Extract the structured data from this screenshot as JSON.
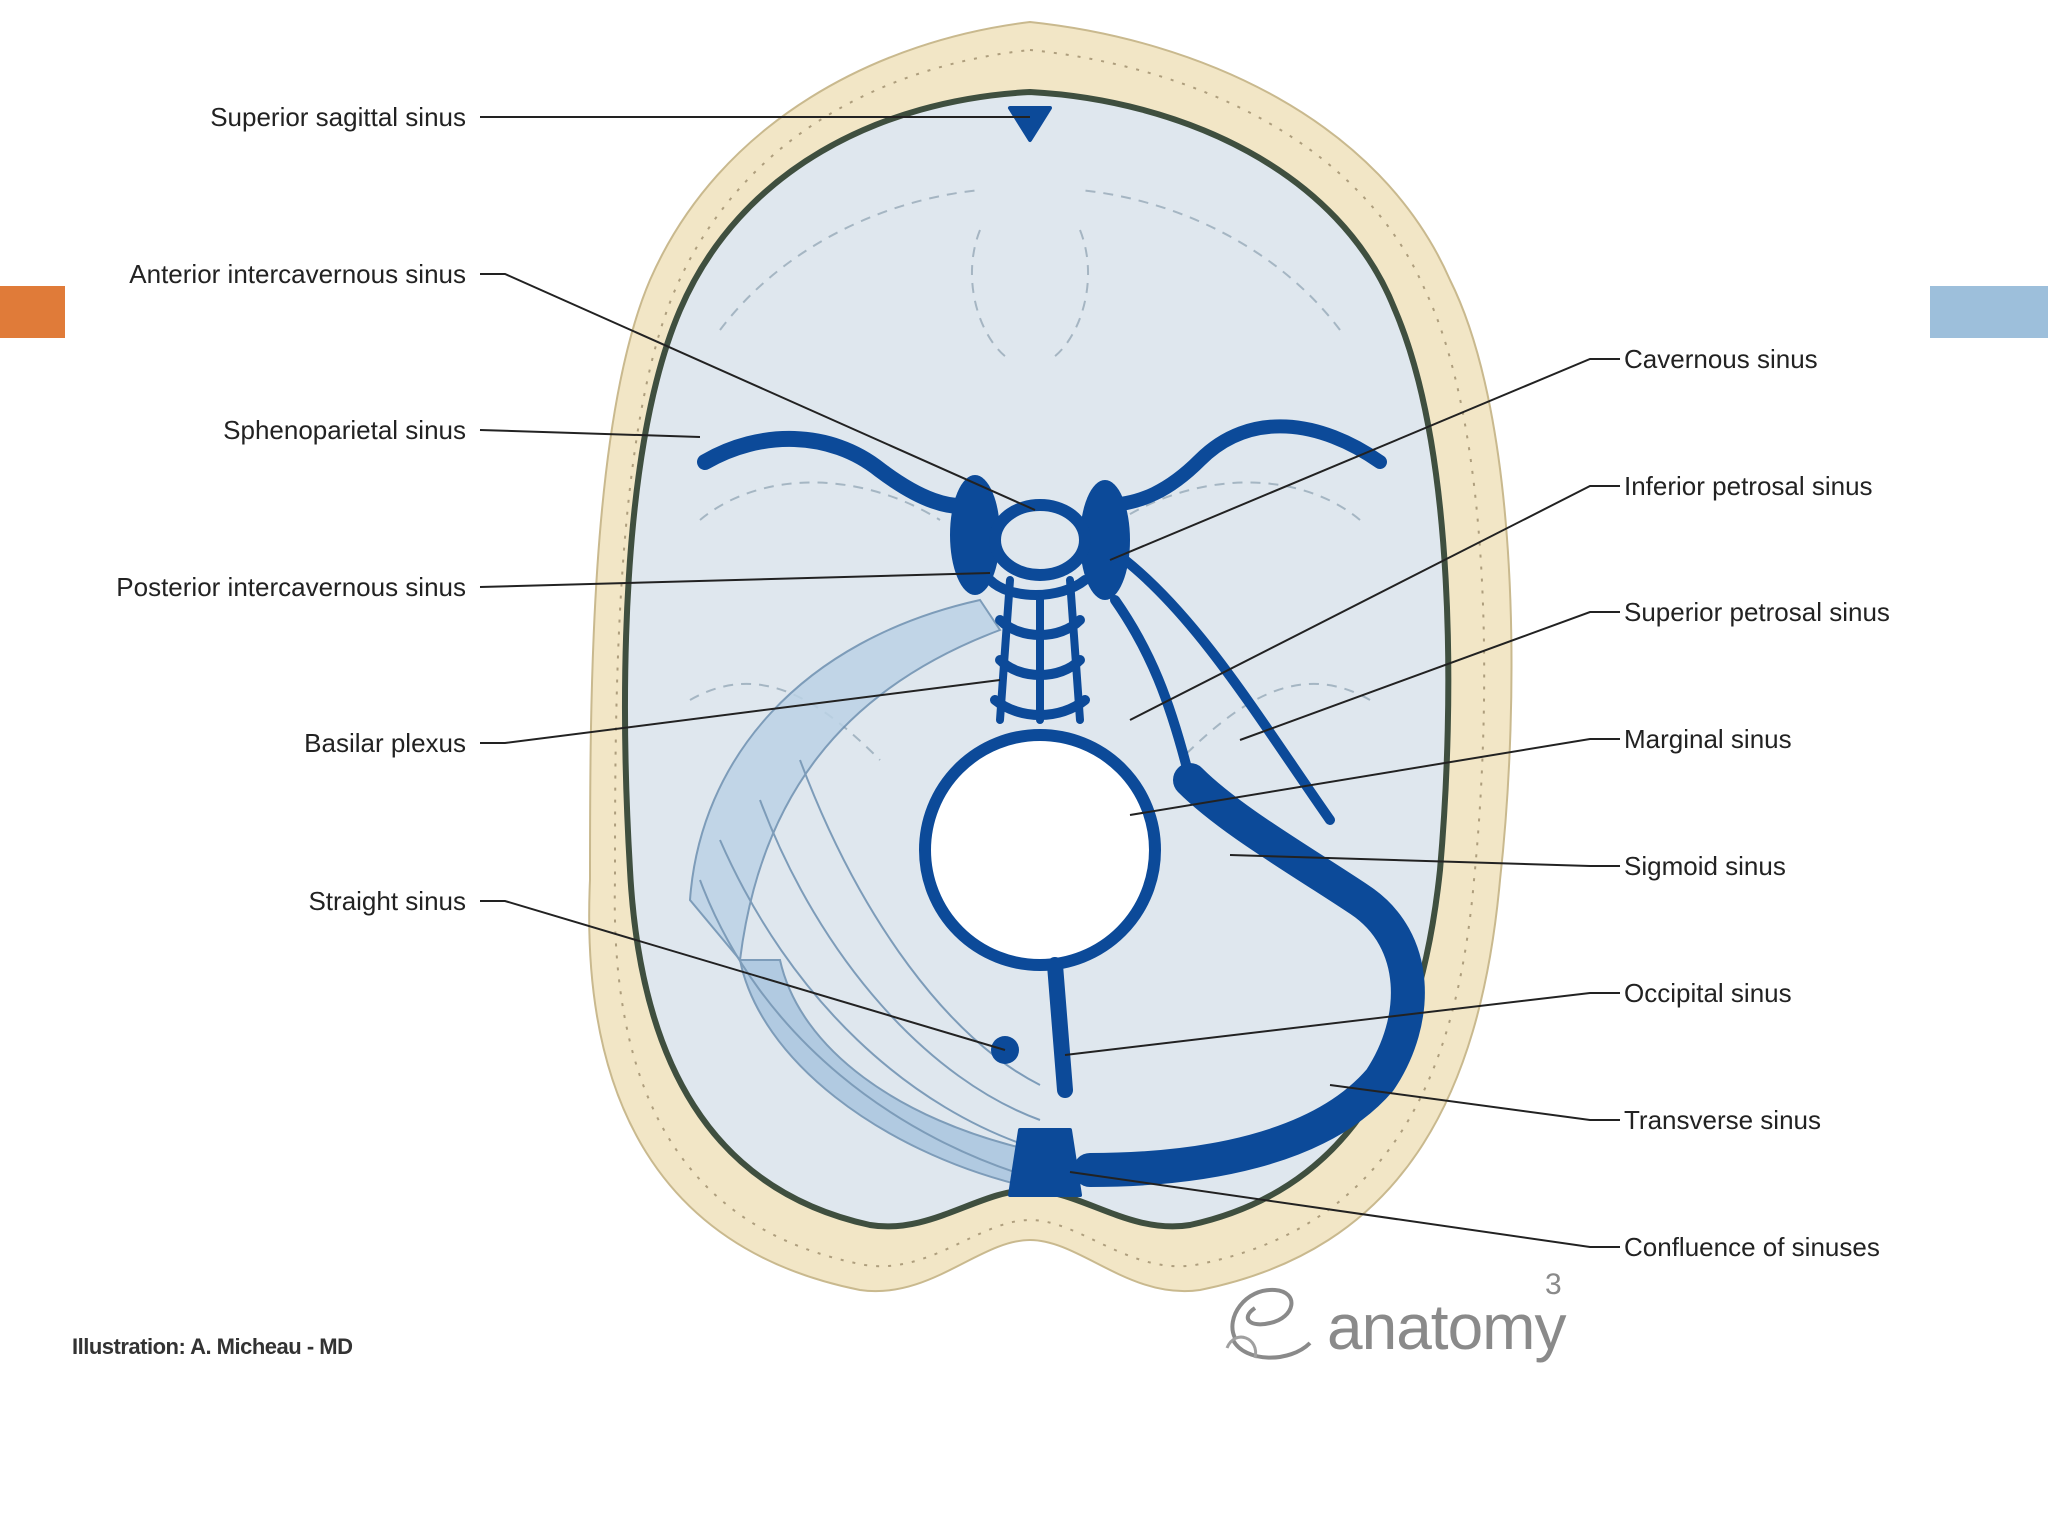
{
  "colors": {
    "accent_left": "#E07B39",
    "accent_right": "#9DBFDB",
    "sinus": "#0C4A99",
    "bone": "#F2E6C6",
    "brain": "#DFE7EE",
    "outline": "#4A5A4A"
  },
  "labels_left": [
    {
      "id": "superior-sagittal-sinus",
      "text": "Superior sagittal sinus"
    },
    {
      "id": "anterior-intercavernous-sinus",
      "text": "Anterior intercavernous sinus"
    },
    {
      "id": "sphenoparietal-sinus",
      "text": "Sphenoparietal sinus"
    },
    {
      "id": "posterior-intercavernous-sinus",
      "text": "Posterior intercavernous sinus"
    },
    {
      "id": "basilar-plexus",
      "text": "Basilar plexus"
    },
    {
      "id": "straight-sinus",
      "text": "Straight sinus"
    }
  ],
  "labels_right": [
    {
      "id": "cavernous-sinus",
      "text": "Cavernous sinus"
    },
    {
      "id": "inferior-petrosal-sinus",
      "text": "Inferior petrosal sinus"
    },
    {
      "id": "superior-petrosal-sinus",
      "text": "Superior petrosal sinus"
    },
    {
      "id": "marginal-sinus",
      "text": "Marginal sinus"
    },
    {
      "id": "sigmoid-sinus",
      "text": "Sigmoid sinus"
    },
    {
      "id": "occipital-sinus",
      "text": "Occipital sinus"
    },
    {
      "id": "transverse-sinus",
      "text": "Transverse sinus"
    },
    {
      "id": "confluence-of-sinuses",
      "text": "Confluence of sinuses"
    }
  ],
  "credit": "Illustration: A. Micheau - MD",
  "logo": {
    "word": "anatomy",
    "superscript": "3",
    "icon": "e-logo-icon"
  }
}
